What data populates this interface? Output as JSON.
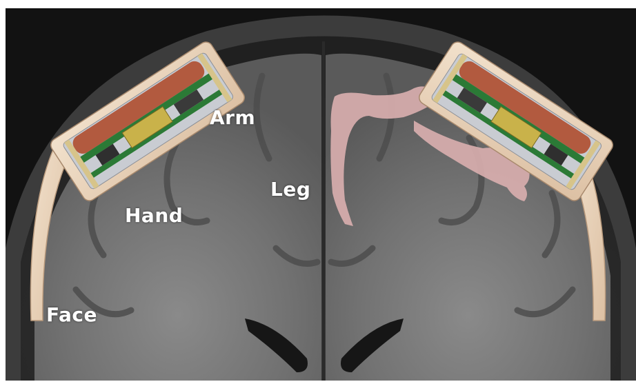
{
  "image": {
    "labels": {
      "arm": "Arm",
      "leg": "Leg",
      "hand": "Hand",
      "face": "Face"
    },
    "colors": {
      "background": "#ffffff",
      "mri_dark": "#121212",
      "mri_mid": "#6e6e6e",
      "implant_tan": "#e9d4bd",
      "implant_rust": "#b25a3f",
      "implant_green": "#2b7a36",
      "implant_gold": "#c9b24a",
      "electrode_pink": "#d8aeae",
      "label_text": "#ffffff"
    }
  }
}
